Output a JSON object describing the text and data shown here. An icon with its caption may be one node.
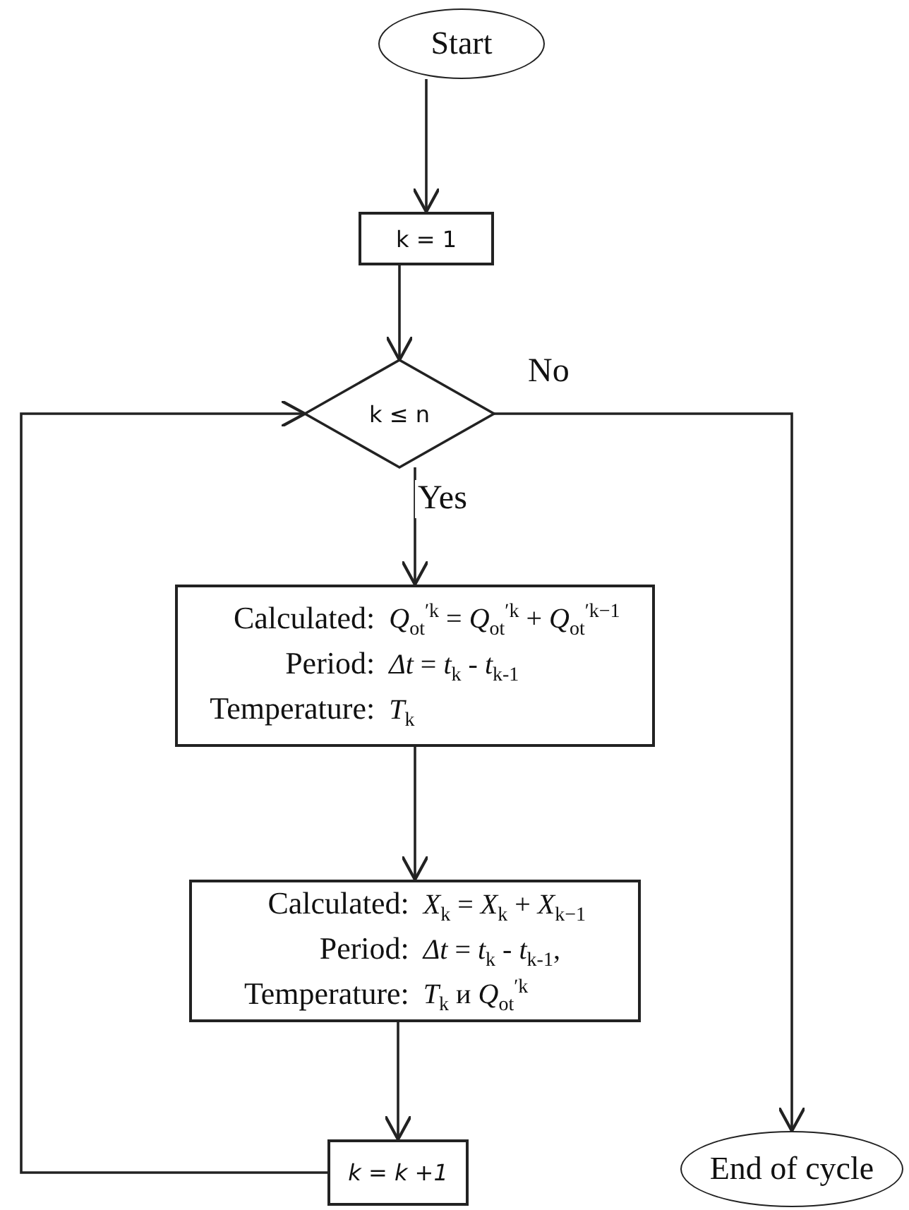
{
  "diagram": {
    "nodes": [
      {
        "text": [
          "Start"
        ]
      },
      {
        "text": [
          "k = 1"
        ]
      },
      {
        "text": [
          "k ≤ n"
        ]
      },
      {
        "text": [
          "Calculated:",
          "*Q*$_{ot}$$^{′k}$ = *Q*$_{ot}$$^{′k}$ + *Q*$_{ot}$$^{′k−1}$",
          "Period:",
          "*Δt* = *t*$_{k}$ - *t*$_{k-1}$",
          "Temperature:",
          "*T*$_{k}$"
        ]
      },
      {
        "text": [
          "Calculated:",
          "*X*$_{k}$ = *X*$_{k}$ + *X*$_{k−1}$",
          "Period:",
          "*Δt* = *t*$_{k}$ - *t*$_{k-1}$,",
          "Temperature:",
          "*T*$_{k}$ и *Q*$_{ot}$$^{′k}$"
        ]
      },
      {
        "text": [
          "k = k +1"
        ]
      },
      {
        "text": [
          "End of cycle"
        ]
      }
    ],
    "edges": [
      {
        "from": 0,
        "to": 1,
        "arrow": "to"
      },
      {
        "from": 1,
        "to": 2,
        "arrow": "to"
      },
      {
        "from": 2,
        "to": 3,
        "arrow": "to",
        "label": "Yes"
      },
      {
        "from": 3,
        "to": 4,
        "arrow": "to"
      },
      {
        "from": 4,
        "to": 5,
        "arrow": "to"
      },
      {
        "from": 5,
        "to": 2,
        "arrow": "to"
      },
      {
        "from": 2,
        "to": 6,
        "arrow": "to",
        "label": "No"
      }
    ]
  }
}
